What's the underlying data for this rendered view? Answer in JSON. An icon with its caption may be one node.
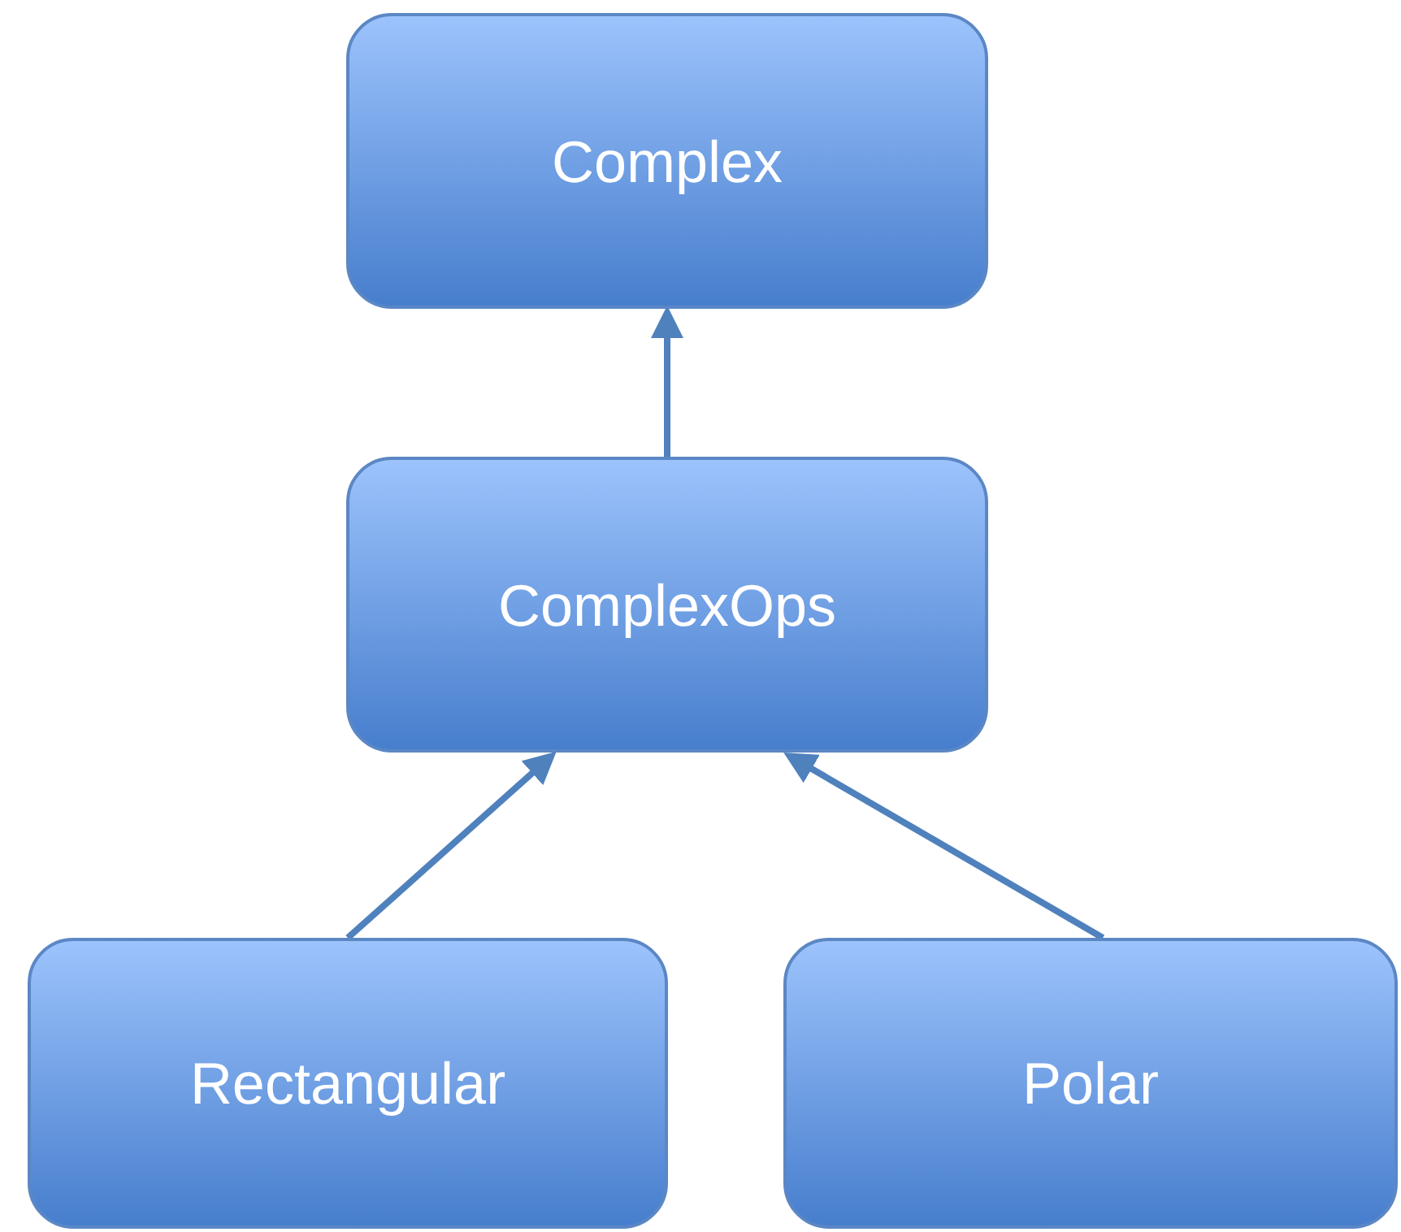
{
  "diagram": {
    "nodes": [
      {
        "text": [
          "Complex"
        ]
      },
      {
        "text": [
          "ComplexOps"
        ]
      },
      {
        "text": [
          "Rectangular"
        ]
      },
      {
        "text": [
          "Polar"
        ]
      }
    ],
    "edges": [
      {
        "from": 1,
        "to": 0,
        "arrow": "to"
      },
      {
        "from": 2,
        "to": 1,
        "arrow": "to"
      },
      {
        "from": 3,
        "to": 1,
        "arrow": "to"
      }
    ]
  }
}
